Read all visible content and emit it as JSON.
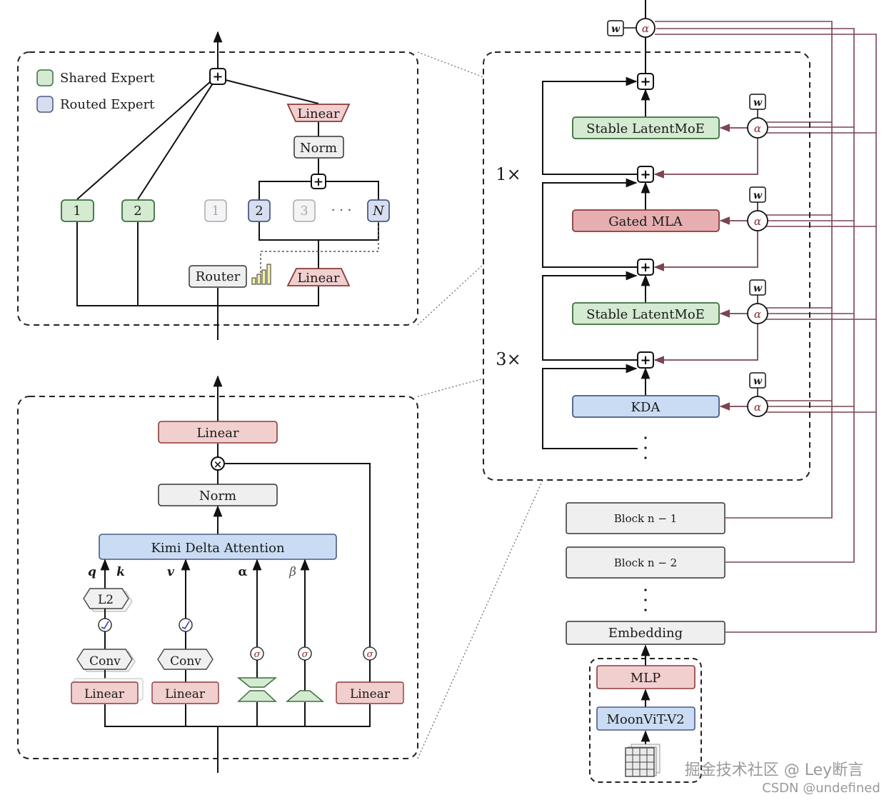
{
  "legend": {
    "shared": "Shared Expert",
    "routed": "Routed Expert"
  },
  "moe": {
    "linear_top": "Linear",
    "norm": "Norm",
    "linear_bottom": "Linear",
    "router": "Router",
    "shared_experts": [
      "1",
      "2"
    ],
    "routed_experts": [
      "1",
      "2",
      "3",
      "N"
    ],
    "dots": "· · ·"
  },
  "kda": {
    "linear_top": "Linear",
    "norm": "Norm",
    "attention": "Kimi Delta Attention",
    "inputs": {
      "q": "q",
      "k": "k",
      "v": "v",
      "alpha": "α",
      "beta": "β"
    },
    "l2": "L2",
    "conv": "Conv",
    "linear": "Linear",
    "sigma": "σ"
  },
  "stack": {
    "w": "w",
    "alpha": "α",
    "blocks": [
      "Stable LatentMoE",
      "Gated MLA",
      "Stable LatentMoE",
      "KDA"
    ],
    "repeat_1": "1×",
    "repeat_3": "3×",
    "block_n1": "Block n − 1",
    "block_n2": "Block n − 2",
    "embedding": "Embedding",
    "mlp": "MLP",
    "vit": "MoonViT-V2"
  },
  "watermark": {
    "line1": "掘金技术社区 @ Ley断言",
    "line2": "CSDN @undefined"
  },
  "colors": {
    "green_fill": "#d4ead1",
    "green_stroke": "#3c6e3c",
    "blue_fill": "#d7def0",
    "blue_stroke": "#4a5a86",
    "red_fill": "#f2cfcf",
    "red_stroke": "#8a3a3a",
    "kda_fill": "#c9dcf3",
    "gray_fill": "#efefef",
    "residual_line": "#7a4450"
  }
}
